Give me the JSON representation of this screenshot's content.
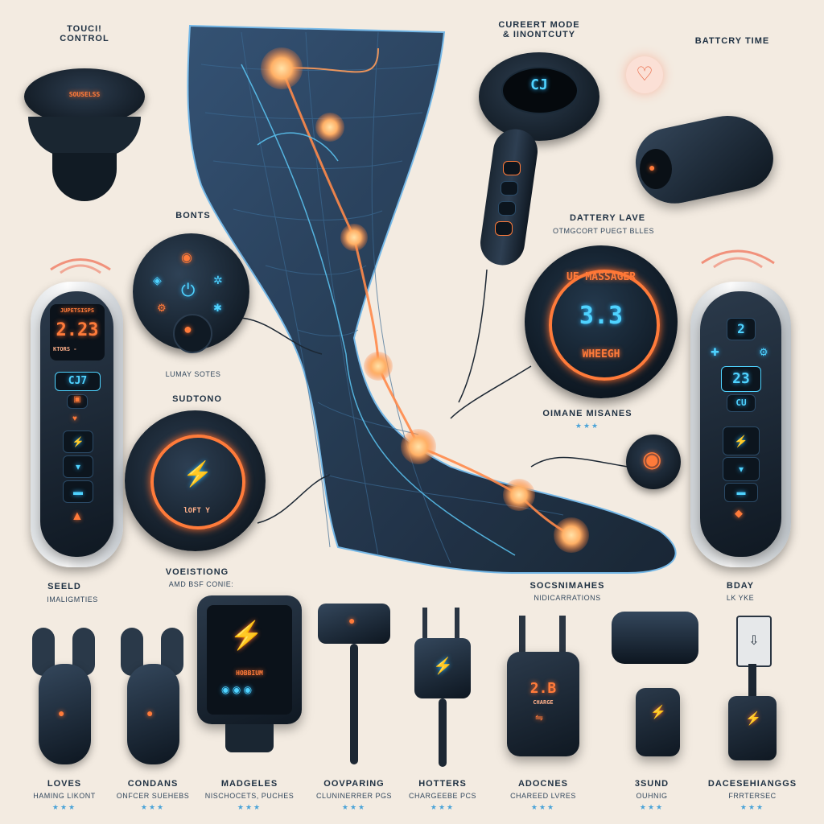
{
  "colors": {
    "background": "#f3ebe1",
    "accent_orange": "#ff7b3a",
    "accent_blue": "#4fd3ff",
    "device_dark": "#15212c"
  },
  "labels": {
    "touch_control": [
      "TOUCI!",
      "CONTROL"
    ],
    "current_mode": [
      "CUREERT MODE",
      "& IINONTCUTY"
    ],
    "battery_time": "BATTCRY TIME",
    "bonts": "BONTS",
    "battery_lave": "DATTERY LAVE",
    "battery_lave_sub": "OTMGCORT PUEGT BLLES",
    "lumay_sotes": "LUMAY SOTES",
    "sudtono": "SUDTONO",
    "omane_misanes": "OIMANE MISANES",
    "seeld": "SEELD",
    "seeld_sub": "IMALIGMTIES",
    "vceistiong": "VOEISTIONG",
    "vceistiong_sub": "AMD BSF CONIE:",
    "scognimahes": "SOCSNIMAHES",
    "scognimahes_sub": "NIDICARRATIONS",
    "bday": "BDAY",
    "bday_sub": "LK YKE"
  },
  "displays": {
    "left_remote_header": "JUPETSISPS",
    "left_remote_value": "2.23",
    "left_remote_row": "KTORS - ",
    "left_remote_btn": "CJ7",
    "current_mode_screen": "CJ",
    "touch_control_screen": "SOUSELSS",
    "ring_top": "UF MASSAGER",
    "ring_value": "3.3",
    "ring_bottom": "WHEEGH",
    "right_remote_top": "2",
    "right_remote_mid": "23",
    "right_remote_btn": "CU",
    "sudtono_unit": "lOFT Y",
    "bottom_screen_code": "HOBBIUM",
    "charger_value": "2.B",
    "charger_sub": "CHARGE"
  },
  "bottom_products": [
    {
      "name": "LOVES",
      "sub": "HAMING LIKONT",
      "stars": "★★★"
    },
    {
      "name": "CONDANS",
      "sub": "ONFCER SUEHEBS",
      "stars": "★★★"
    },
    {
      "name": "MADGELES",
      "sub": "NISCHOCETS, PUCHES",
      "stars": "★★★"
    },
    {
      "name": "OOVPARING",
      "sub": "CLUNINERRER PGS",
      "stars": "★★★"
    },
    {
      "name": "HOTTERS",
      "sub": "CHARGEEBE PCS",
      "stars": "★★★"
    },
    {
      "name": "ADOCNES",
      "sub": "CHAREED LVRES",
      "stars": "★★★"
    },
    {
      "name": "3SUND",
      "sub": "OUHNIG",
      "stars": "★★★"
    },
    {
      "name": "DACESEHIANGGS",
      "sub": "FRRTERSEC",
      "stars": "★★★"
    }
  ],
  "stars_small": "★★★",
  "icons": [
    "heart-icon",
    "lightning-icon",
    "power-icon",
    "usb-icon",
    "warning-icon",
    "plug-icon"
  ]
}
